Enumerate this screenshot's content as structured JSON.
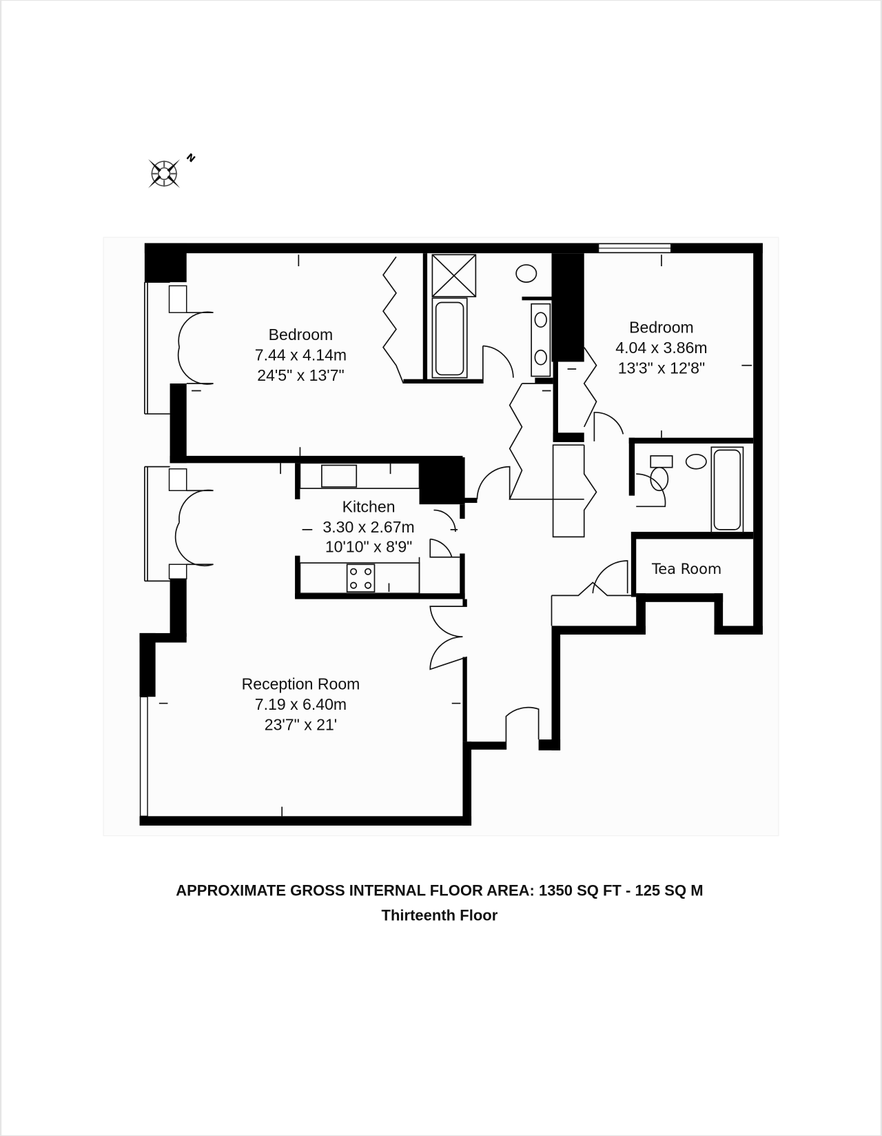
{
  "compass": {
    "north_label": "N"
  },
  "rooms": {
    "bedroom1": {
      "name": "Bedroom",
      "metric": "7.44 x 4.14m",
      "imperial": "24'5\" x 13'7\""
    },
    "bedroom2": {
      "name": "Bedroom",
      "metric": "4.04 x 3.86m",
      "imperial": "13'3\" x 12'8\""
    },
    "kitchen": {
      "name": "Kitchen",
      "metric": "3.30 x 2.67m",
      "imperial": "10'10\" x 8'9\""
    },
    "reception": {
      "name": "Reception Room",
      "metric": "7.19 x 6.40m",
      "imperial": "23'7\" x 21'"
    },
    "tea_room": {
      "name": "Tea Room"
    }
  },
  "footer": {
    "area": "APPROXIMATE GROSS INTERNAL FLOOR AREA: 1350 SQ FT - 125 SQ M",
    "floor": "Thirteenth Floor"
  }
}
